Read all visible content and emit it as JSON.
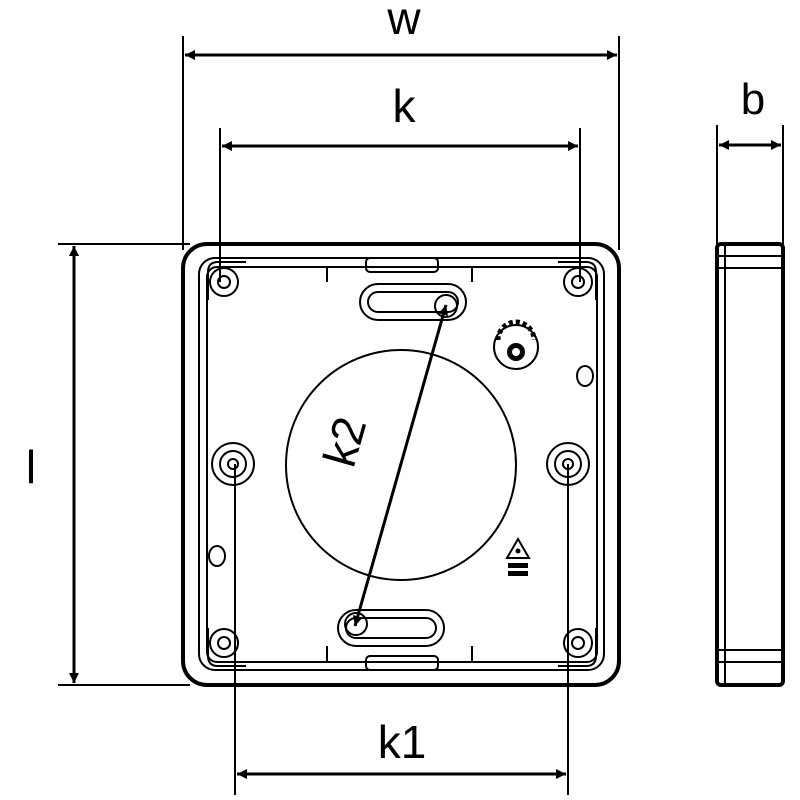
{
  "labels": {
    "w": "w",
    "k": "k",
    "b": "b",
    "l": "l",
    "k1": "k1",
    "k2": "k2"
  },
  "colors": {
    "line": "#000000",
    "background": "#ffffff",
    "knockout": "#ffffff"
  },
  "icons": [
    "recycling-symbol-icon",
    "quality-mark-icon"
  ]
}
